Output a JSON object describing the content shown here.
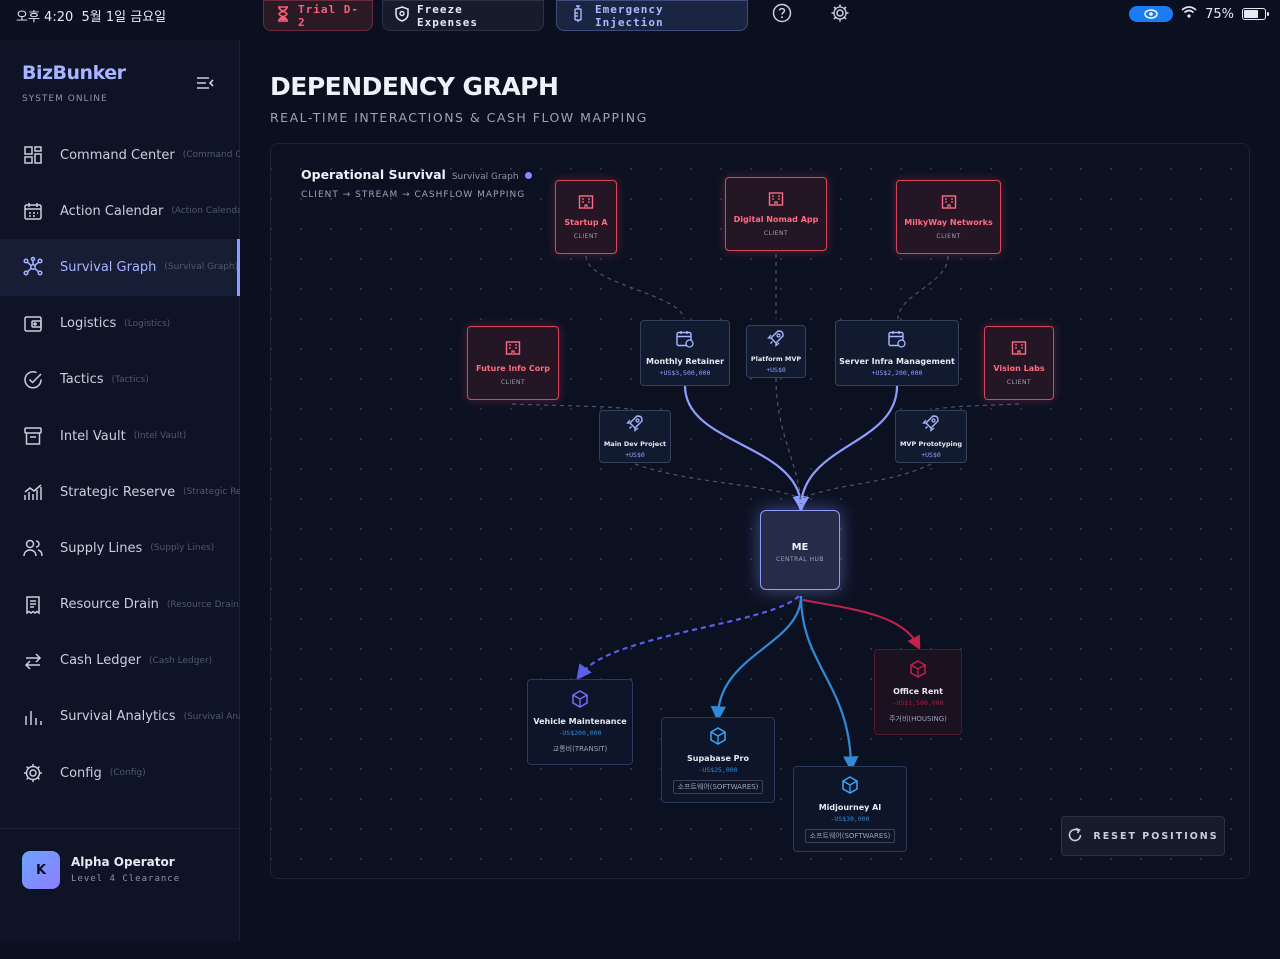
{
  "status": {
    "time": "오후 4:20",
    "date": "5월 1일 금요일",
    "battery": "75%",
    "battery_level": 0.75
  },
  "toolbar": {
    "trial": "Trial D-2",
    "freeze": "Freeze Expenses",
    "emergency": "Emergency Injection"
  },
  "brand": {
    "name": "BizBunker",
    "status": "SYSTEM ONLINE"
  },
  "nav": [
    {
      "label": "Command Center",
      "sub": "(Command Center)",
      "icon": "dashboard-icon"
    },
    {
      "label": "Action Calendar",
      "sub": "(Action Calendar)",
      "icon": "calendar-icon"
    },
    {
      "label": "Survival Graph",
      "sub": "(Survival Graph)",
      "icon": "graph-icon",
      "active": true
    },
    {
      "label": "Logistics",
      "sub": "(Logistics)",
      "icon": "wallet-icon"
    },
    {
      "label": "Tactics",
      "sub": "(Tactics)",
      "icon": "check-circle-icon"
    },
    {
      "label": "Intel Vault",
      "sub": "(Intel Vault)",
      "icon": "archive-icon"
    },
    {
      "label": "Strategic Reserve",
      "sub": "(Strategic Reserve)",
      "icon": "trend-chart-icon"
    },
    {
      "label": "Supply Lines",
      "sub": "(Supply Lines)",
      "icon": "users-icon"
    },
    {
      "label": "Resource Drain",
      "sub": "(Resource Drain)",
      "icon": "receipt-icon"
    },
    {
      "label": "Cash Ledger",
      "sub": "(Cash Ledger)",
      "icon": "transfer-icon"
    },
    {
      "label": "Survival Analytics",
      "sub": "(Survival Analytics)",
      "icon": "bar-chart-icon"
    },
    {
      "label": "Config",
      "sub": "(Config)",
      "icon": "gear-icon"
    }
  ],
  "user": {
    "initial": "K",
    "name": "Alpha Operator",
    "level": "Level 4 Clearance"
  },
  "page": {
    "title": "DEPENDENCY GRAPH",
    "subtitle": "REAL-TIME INTERACTIONS & CASH FLOW MAPPING"
  },
  "graph": {
    "title": "Operational Survival",
    "tag": "Survival Graph",
    "subtitle": "CLIENT → STREAM → CASHFLOW MAPPING",
    "client_tag": "CLIENT",
    "clients": [
      "Startup A",
      "Digital Nomad App",
      "MilkyWay Networks",
      "Future Info Corp",
      "Vision Labs"
    ],
    "streams": [
      {
        "label": "Monthly Retainer",
        "amount": "+US$3,500,000"
      },
      {
        "label": "Platform MVP",
        "amount": "+US$0"
      },
      {
        "label": "Server Infra Management",
        "amount": "+US$2,200,000"
      },
      {
        "label": "Main Dev Project",
        "amount": "+US$0"
      },
      {
        "label": "MVP Prototyping",
        "amount": "+US$0"
      }
    ],
    "hub": {
      "label": "ME",
      "sub": "CENTRAL HUB"
    },
    "expenses": [
      {
        "label": "Vehicle Maintenance",
        "amount": "-US$200,000",
        "tag": "교통비(TRANSIT)"
      },
      {
        "label": "Supabase Pro",
        "amount": "-US$25,000",
        "tag": "소프트웨어(SOFTWARES)"
      },
      {
        "label": "Midjourney AI",
        "amount": "-US$30,000",
        "tag": "소프트웨어(SOFTWARES)"
      },
      {
        "label": "Office Rent",
        "amount": "-US$1,500,000",
        "tag": "주거비(HOUSING)"
      }
    ]
  },
  "reset_label": "RESET POSITIONS",
  "colors": {
    "accent": "#8f9cff",
    "client": "#d84459",
    "expense": "#2f8bd8",
    "danger": "#a02040"
  }
}
